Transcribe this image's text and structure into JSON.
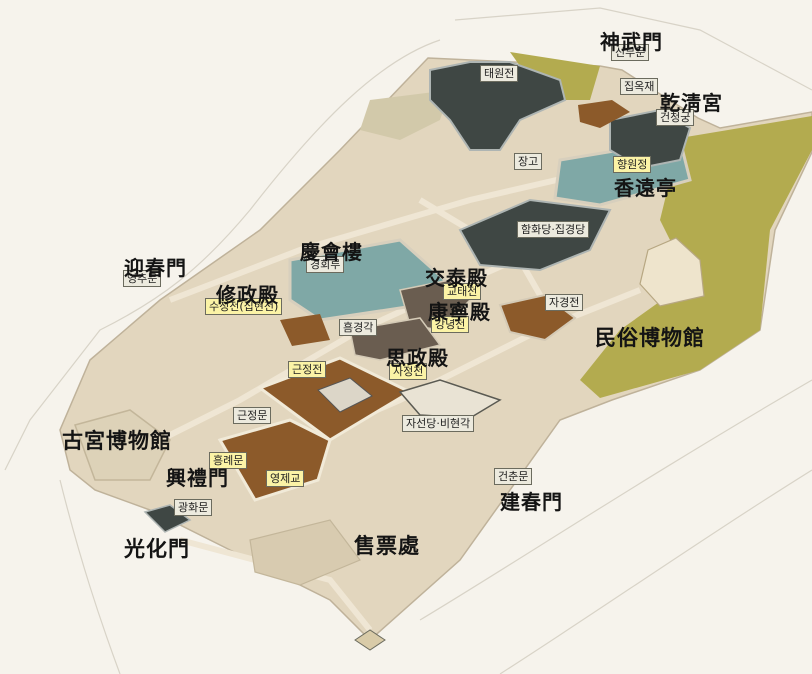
{
  "map": {
    "hanja_labels": {
      "sinmumun": "神武門",
      "geoncheonggung": "乾淸宮",
      "hyangwonjeong": "香遠亭",
      "yeongchunmun": "迎春門",
      "gyeonghoeru": "慶會樓",
      "gyotaejeon": "交泰殿",
      "gangnyeongjeon": "康寧殿",
      "sujeongjeon": "修政殿",
      "sajeongjeon": "思政殿",
      "folk_museum": "民俗博物館",
      "palace_museum": "古宮博物館",
      "heungnyemun": "興禮門",
      "geonchunmun": "建春門",
      "gwanghwamun": "光化門",
      "ticket_office": "售票處"
    },
    "korean_labels": {
      "sinmumun": "신무문",
      "taewonjeon": "태원전",
      "jibokjae": "집옥재",
      "geoncheonggung": "건청궁",
      "janggo": "장고",
      "hyangwonjeong": "향원정",
      "hamhwadang": "함화당·집경당",
      "gyeonghoeru": "경회루",
      "yeongchunmun": "영추문",
      "gyotaejeon": "교태전",
      "jagyeongjeon": "자경전",
      "sujeongjeon": "수정전(집현전)",
      "gangnyeongjeon": "강녕전",
      "heumgyeonggak": "흠경각",
      "geunjeongjeon": "근정전",
      "sajeongjeon": "사정전",
      "geunjeongmun": "근정문",
      "jaseondang": "자선당·비현각",
      "heungnyemun": "흥례문",
      "yeongjegyo": "영제교",
      "geonchunmun": "건춘문",
      "gwanghwamun": "광화문"
    },
    "colors": {
      "background": "#f6f3ec",
      "ground": "#e2d6be",
      "path": "#efe6d4",
      "lawn": "#b3ab4f",
      "pond": "#7fa8a6",
      "court": "#8c5a2a",
      "roof": "#3f4744",
      "tag_yellow": "#fbf3a6",
      "tag_gray": "#eceade"
    }
  }
}
